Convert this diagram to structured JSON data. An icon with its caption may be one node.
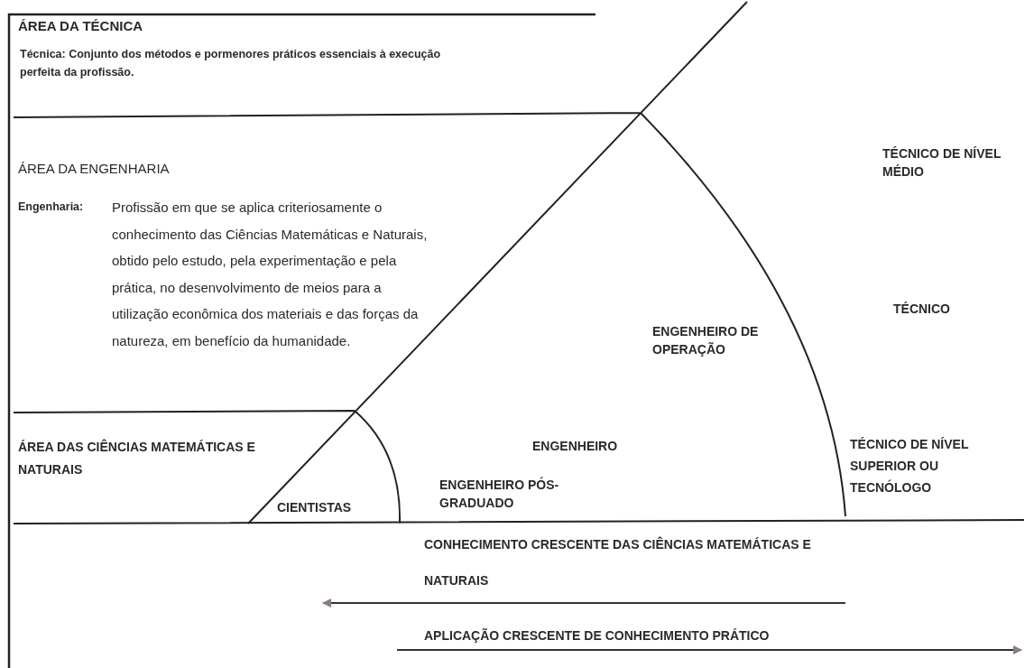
{
  "diagram": {
    "labels": [
      "ÁREA DA TÉCNICA",
      "Técnica: Conjunto dos métodos e pormenores práticos essenciais à execução perfeita da profissão.",
      "TÉCNICO DE NÍVEL MÉDIO",
      "ÁREA DA ENGENHARIA",
      "Engenharia:",
      "Profissão em que se aplica criteriosamente o conhecimento das Ciências Matemáticas e Naturais, obtido pelo estudo, pela experimentação e pela prática, no desenvolvimento de meios para a utilização econômica dos materiais e das forças da natureza, em benefício da humanidade.",
      "ENGENHEIRO DE OPERAÇÃO",
      "TÉCNICO",
      "ENGENHEIRO",
      "TÉCNICO DE NÍVEL SUPERIOR OU TECNÓLOGO",
      "ÁREA DAS CIÊNCIAS MATEMÁTICAS E NATURAIS",
      "CIENTISTAS",
      "ENGENHEIRO PÓS-GRADUADO",
      "CONHECIMENTO CRESCENTE DAS CIÊNCIAS MATEMÁTICAS E NATURAIS",
      "APLICAÇÃO CRESCENTE DE CONHECIMENTO PRÁTICO"
    ]
  }
}
